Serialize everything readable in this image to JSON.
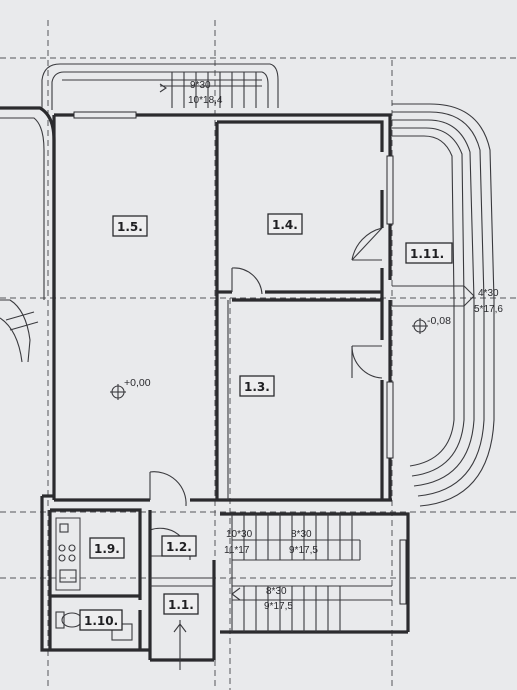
{
  "rooms": {
    "r1_1": "1.1.",
    "r1_2": "1.2.",
    "r1_3": "1.3.",
    "r1_4": "1.4.",
    "r1_5": "1.5.",
    "r1_9": "1.9.",
    "r1_10": "1.10.",
    "r1_11": "1.11."
  },
  "elevations": {
    "main": "+0,00",
    "terrace": "-0,08"
  },
  "stairs": {
    "top_a": "9*30",
    "top_b": "10*18,4",
    "terrace_a": "4*30",
    "terrace_b": "5*17,6",
    "inner_upper_left_a": "10*30",
    "inner_upper_left_b": "11*17",
    "inner_upper_right_a": "8*30",
    "inner_upper_right_b": "9*17,5",
    "inner_lower_a": "8*30",
    "inner_lower_b": "9*17,5"
  }
}
